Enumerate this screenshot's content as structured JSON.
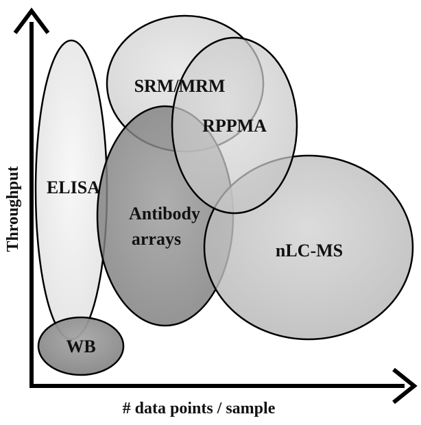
{
  "axes": {
    "x_label": "# data points / sample",
    "y_label": "Throughput"
  },
  "regions": [
    {
      "key": "elisa",
      "label": "ELISA",
      "fill": "#eeeeee"
    },
    {
      "key": "srm",
      "label": "SRM/MRM",
      "fill": "#d8d8d8"
    },
    {
      "key": "rppma",
      "label": "RPPMA",
      "fill": "#d2d2d2"
    },
    {
      "key": "antibody",
      "label": [
        "Antibody",
        "arrays"
      ],
      "fill": "#8e8e8e"
    },
    {
      "key": "nlcms",
      "label": "nLC-MS",
      "fill": "#c6c6c6"
    },
    {
      "key": "wb",
      "label": "WB",
      "fill": "#9a9a9a"
    }
  ],
  "colors": {
    "outline": "#000000",
    "axis": "#000000"
  }
}
